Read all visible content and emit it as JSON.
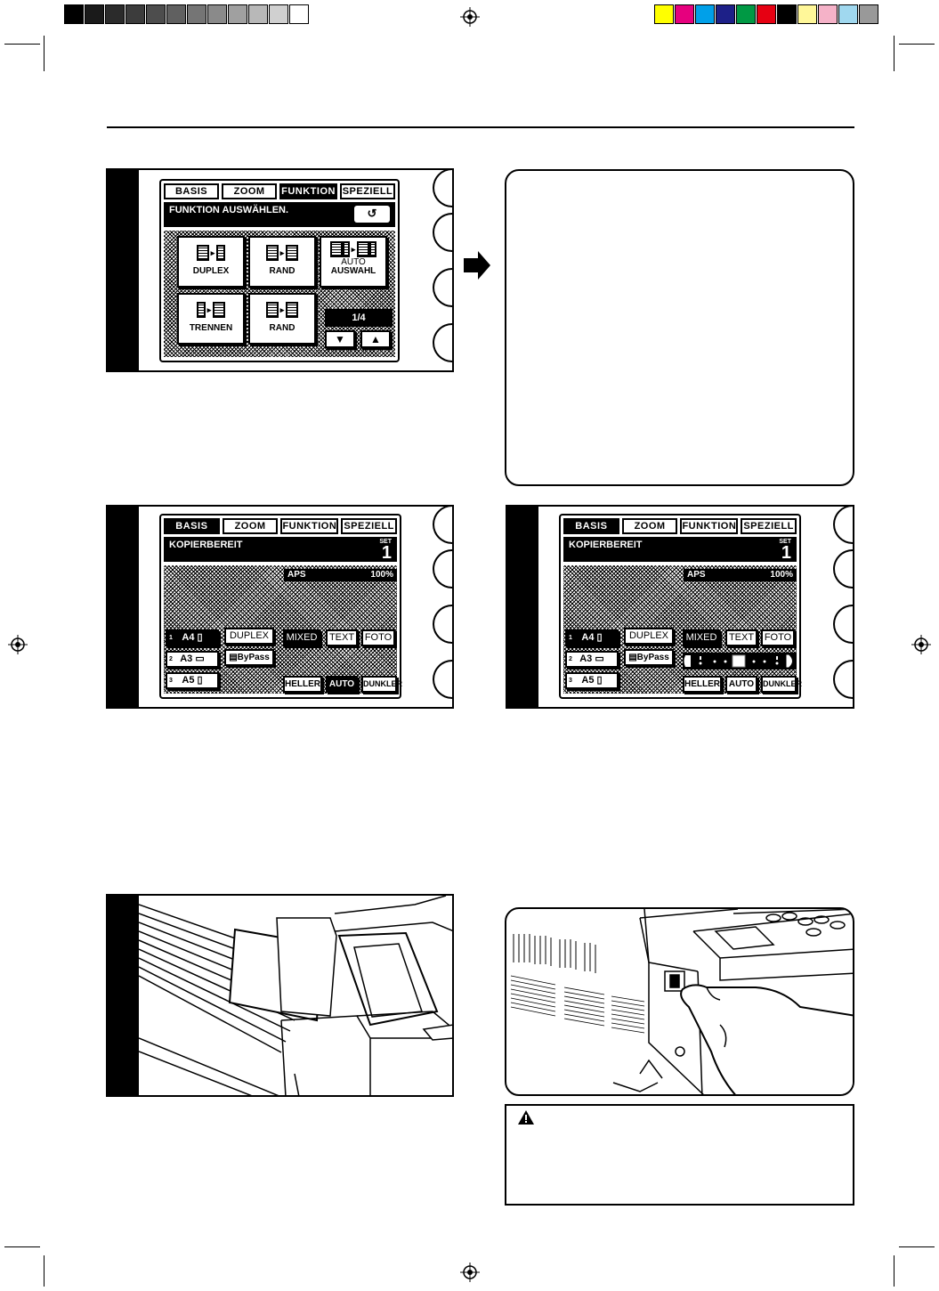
{
  "calibration": {
    "grays": [
      "#000000",
      "#1a1a1a",
      "#2b2b2b",
      "#3c3c3c",
      "#4d4d4d",
      "#606060",
      "#757575",
      "#8a8a8a",
      "#a0a0a0",
      "#b8b8b8",
      "#d0d0d0",
      "#ffffff"
    ],
    "colors": [
      "#ffff00",
      "#e6007e",
      "#00a0e9",
      "#1d2088",
      "#009944",
      "#e60012",
      "#000000",
      "#fff799",
      "#f5b2c8",
      "#a0d8ef",
      "#999999"
    ]
  },
  "panel1": {
    "tabs": [
      "BASIS",
      "ZOOM",
      "FUNKTION",
      "SPEZIELL"
    ],
    "active_tab": "FUNKTION",
    "message": "FUNKTION AUSWÄHLEN.",
    "buttons": {
      "duplex": "DUPLEX",
      "rand1": "RAND",
      "auto_line1": "AUTO",
      "auto_line2": "AUSWAHL",
      "trennen": "TRENNEN",
      "rand2": "RAND"
    },
    "page_indicator": "1/4"
  },
  "panel2": {
    "tabs": [
      "BASIS",
      "ZOOM",
      "FUNKTION",
      "SPEZIELL"
    ],
    "active_tab": "BASIS",
    "message": "KOPIERBEREIT",
    "set_label": "SET",
    "set_number": "1",
    "aps_label": "APS",
    "zoom_value": "100%",
    "paper": [
      {
        "index": "1",
        "size": "A4"
      },
      {
        "index": "2",
        "size": "A3"
      },
      {
        "index": "3",
        "size": "A5"
      }
    ],
    "duplex": "DUPLEX",
    "bypass": "ByPass",
    "modes": [
      "MIXED",
      "TEXT",
      "FOTO"
    ],
    "exposure": [
      "HELLER",
      "AUTO",
      "DUNKLER"
    ]
  },
  "panel3": {
    "tabs": [
      "BASIS",
      "ZOOM",
      "FUNKTION",
      "SPEZIELL"
    ],
    "active_tab": "BASIS",
    "message": "KOPIERBEREIT",
    "set_label": "SET",
    "set_number": "1",
    "aps_label": "APS",
    "zoom_value": "100%",
    "paper": [
      {
        "index": "1",
        "size": "A4"
      },
      {
        "index": "2",
        "size": "A3"
      },
      {
        "index": "3",
        "size": "A5"
      }
    ],
    "duplex": "DUPLEX",
    "bypass": "ByPass",
    "modes": [
      "MIXED",
      "TEXT",
      "FOTO"
    ],
    "exposure": [
      "HELLER",
      "AUTO",
      "DUNKLER"
    ]
  }
}
